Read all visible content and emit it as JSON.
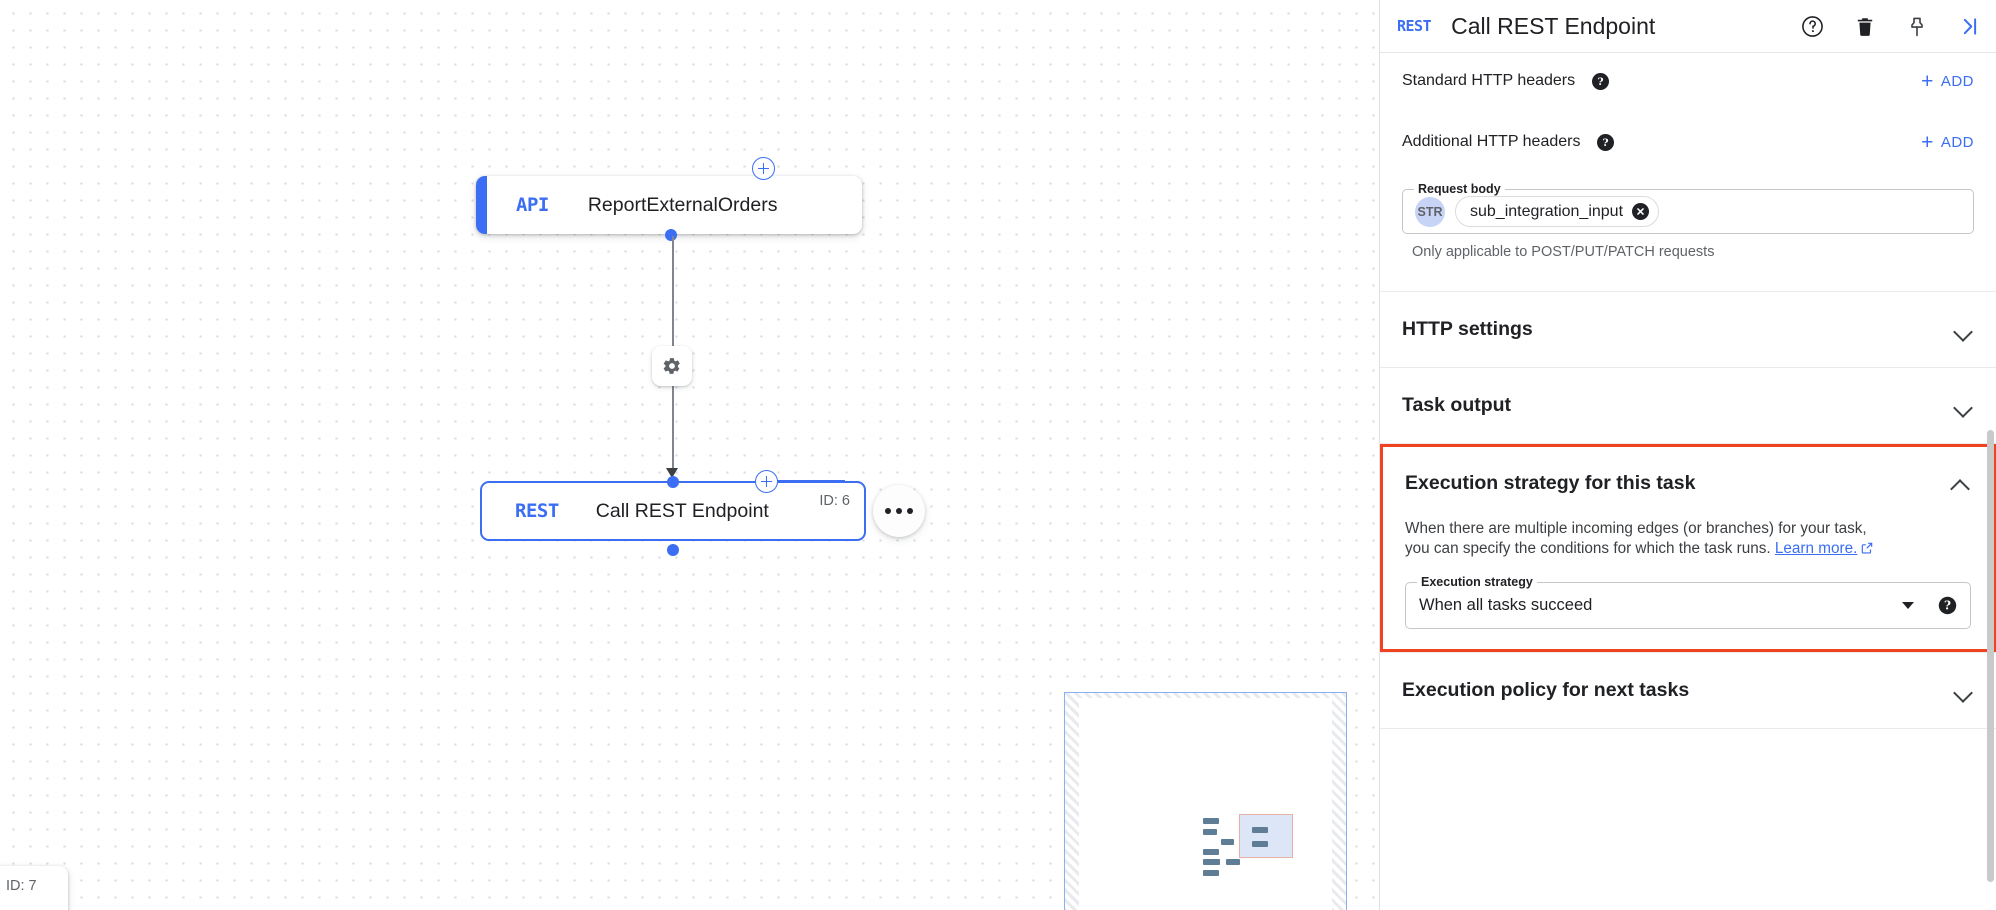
{
  "canvas": {
    "nodes": [
      {
        "badge": "API",
        "title": "ReportExternalOrders",
        "id_label": ""
      },
      {
        "badge": "REST",
        "title": "Call REST Endpoint",
        "id_label": "ID: 6"
      }
    ],
    "partial_node": {
      "id_label": "ID: 7"
    },
    "edge_icon": "gear-icon",
    "add_icon": "plus-icon",
    "overflow_icon": "more-horizontal-icon",
    "minimap_name": "minimap-overview"
  },
  "panel": {
    "header": {
      "badge": "REST",
      "title": "Call REST Endpoint",
      "icons": [
        {
          "name": "help-circle-icon",
          "glyph": "?"
        },
        {
          "name": "delete-trash-icon",
          "glyph": "trash"
        },
        {
          "name": "pin-icon",
          "glyph": "pin"
        },
        {
          "name": "collapse-panel-icon",
          "glyph": ">|"
        }
      ]
    },
    "standard_headers": {
      "label": "Standard HTTP headers",
      "add_label": "ADD",
      "add_plus": "+"
    },
    "additional_headers": {
      "label": "Additional HTTP headers",
      "add_label": "ADD",
      "add_plus": "+"
    },
    "request_body": {
      "legend": "Request body",
      "type_pill": "STR",
      "chip_value": "sub_integration_input",
      "chip_remove": "✕",
      "hint": "Only applicable to POST/PUT/PATCH requests"
    },
    "http_settings": {
      "title": "HTTP settings",
      "state": "collapsed"
    },
    "task_output": {
      "title": "Task output",
      "state": "collapsed"
    },
    "execution_strategy": {
      "title": "Execution strategy for this task",
      "state": "expanded",
      "description_line1": "When there are multiple incoming edges (or branches) for your task,",
      "description_line2": "you can specify the conditions for which the task runs.",
      "learn_more": "Learn more.",
      "field_legend": "Execution strategy",
      "field_value": "When all tasks succeed",
      "highlight_color": "#ef4322"
    },
    "execution_policy": {
      "title": "Execution policy for next tasks",
      "state": "collapsed"
    }
  },
  "colors": {
    "accent_blue": "#3b6ef3",
    "highlight_red": "#ef4322",
    "text_primary": "#202124",
    "text_secondary": "#5f6368"
  }
}
